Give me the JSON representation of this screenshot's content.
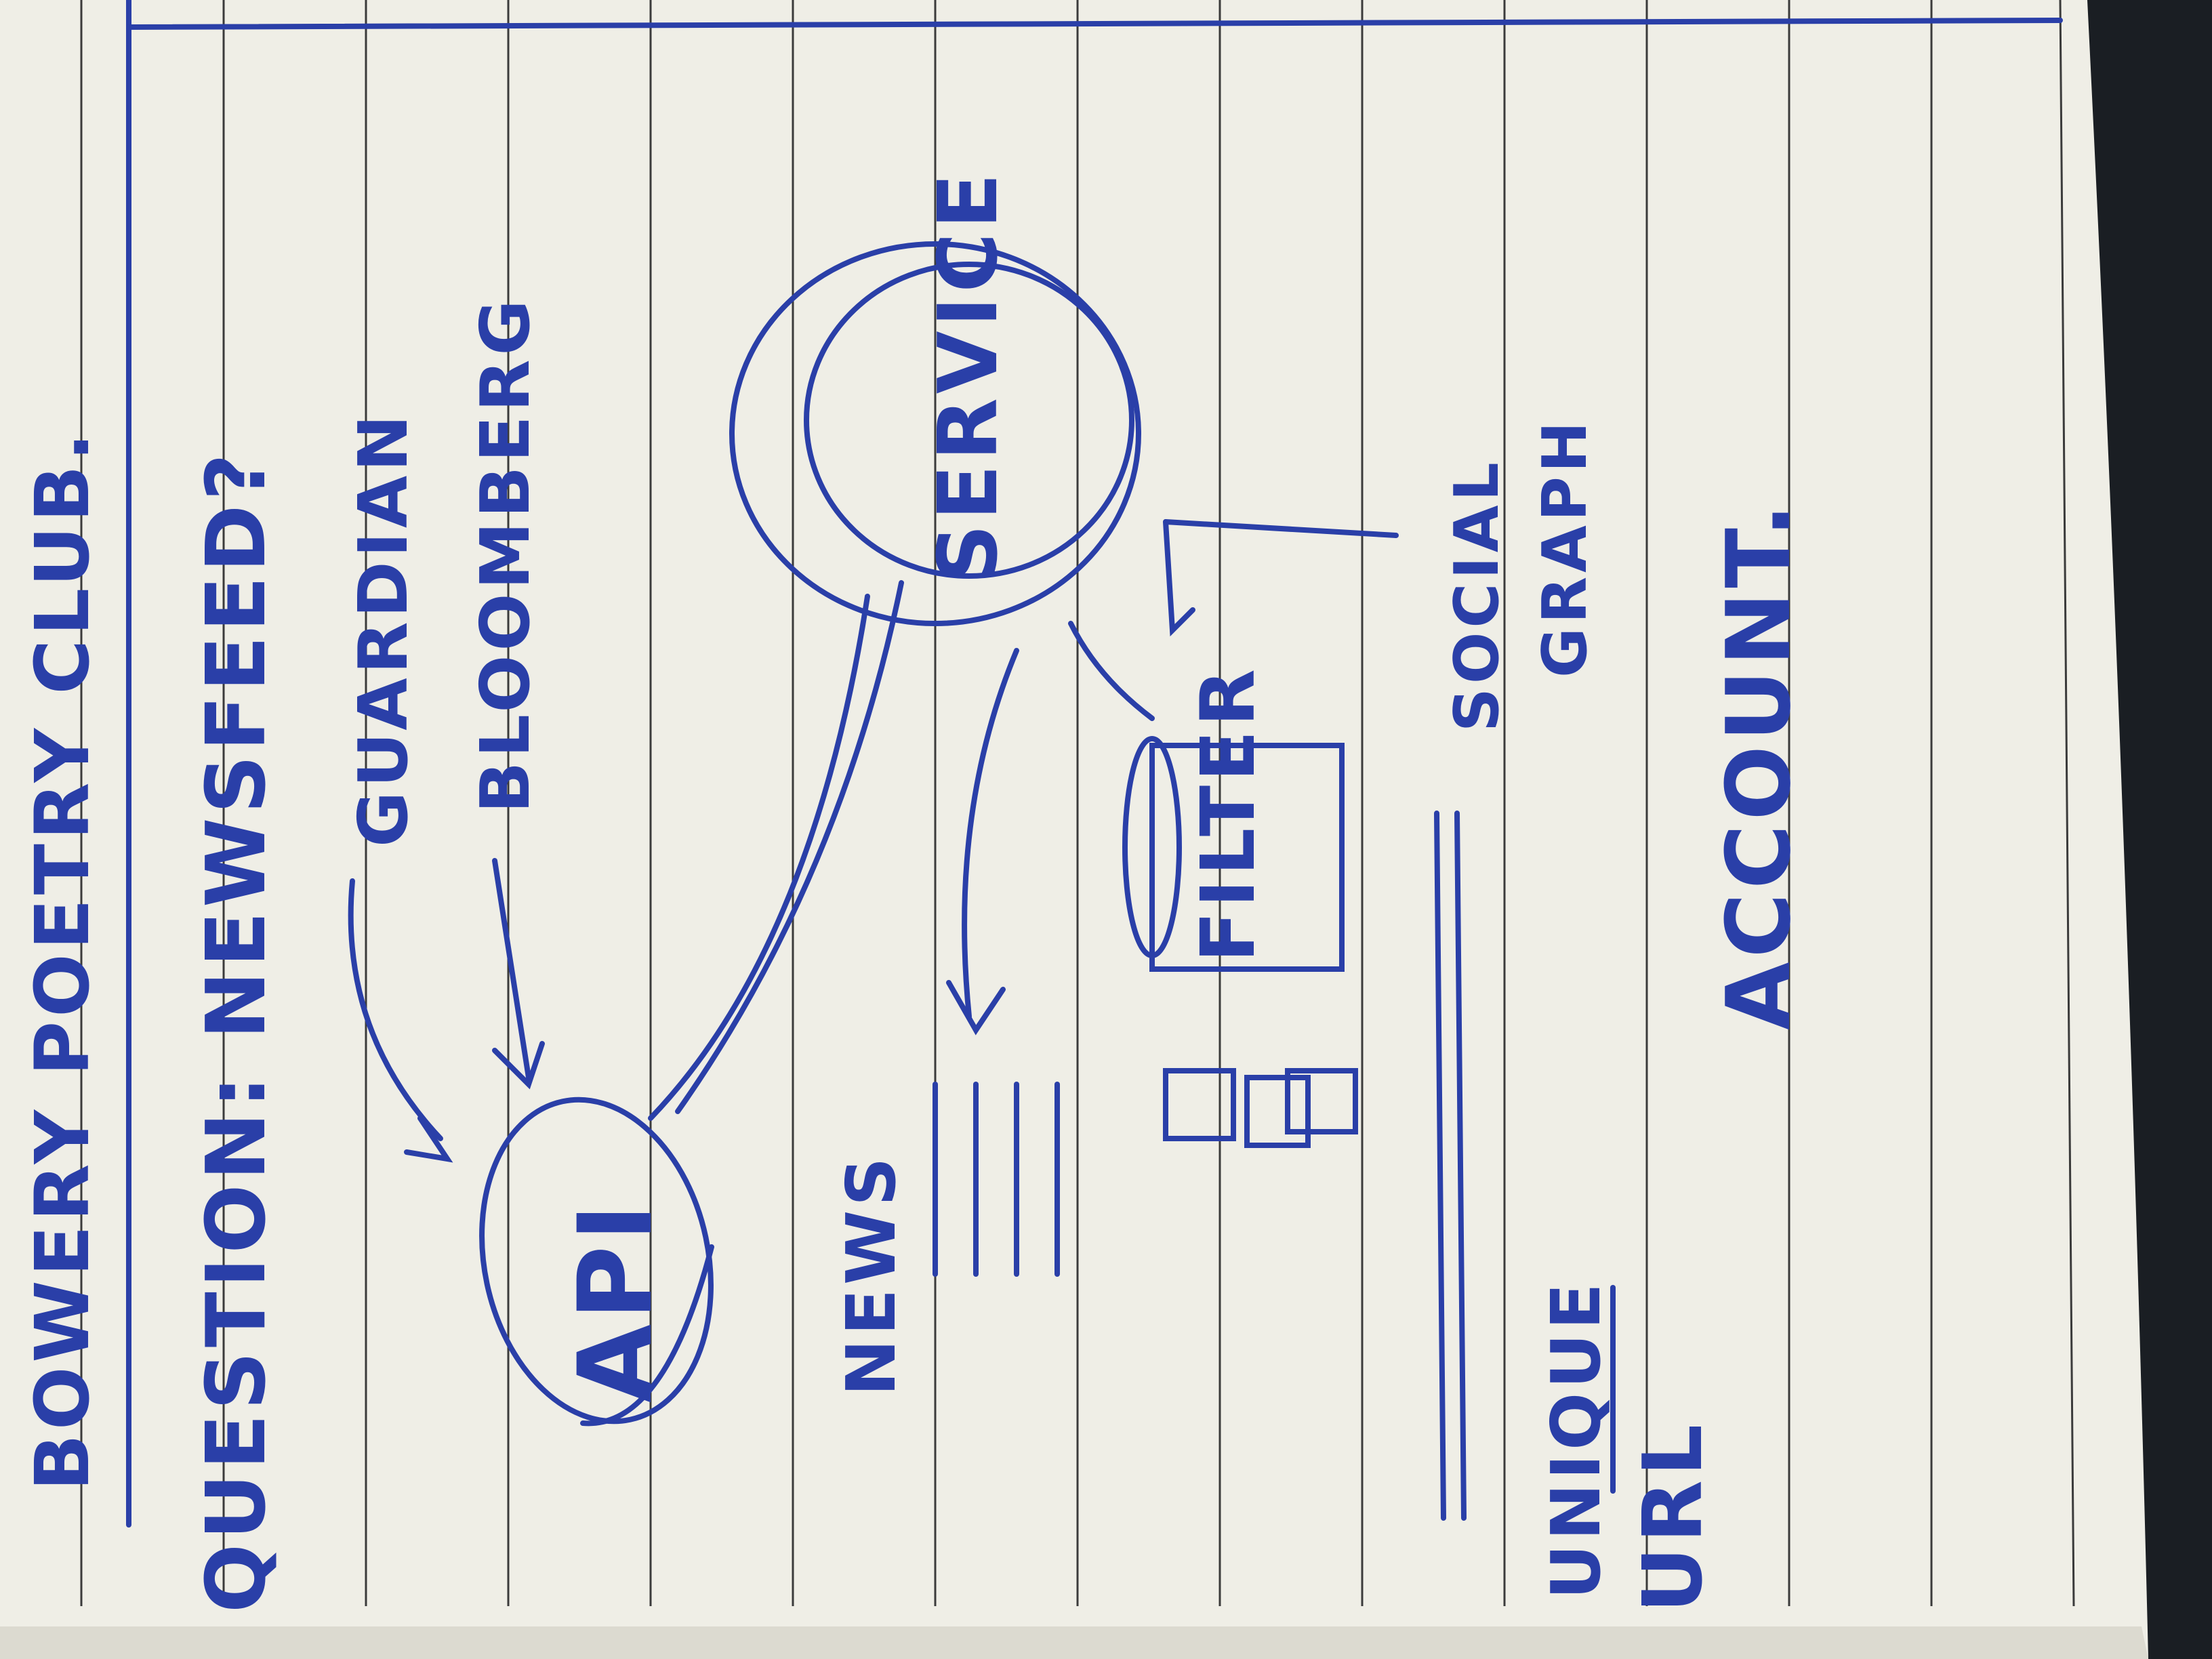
{
  "notes": {
    "header": "BOWERY POETRY CLUB.",
    "question": "QUESTION: NEWSFEED?",
    "source_1": "GUARDIAN",
    "source_2": "BLOOMBERG",
    "api_label": "API",
    "service_label": "SERVICE",
    "filter_label": "FILTER",
    "news_label": "NEWS",
    "social_graph_line_1": "SOCIAL",
    "social_graph_line_2": "GRAPH",
    "unique_label": "UNIQUE",
    "url_label": "URL",
    "account_label": "ACCOUNT."
  },
  "colors": {
    "ink": "#2a3fa8",
    "paper": "#efeee6",
    "rule_lines": "#3b3b3b",
    "background": "#20242a"
  }
}
